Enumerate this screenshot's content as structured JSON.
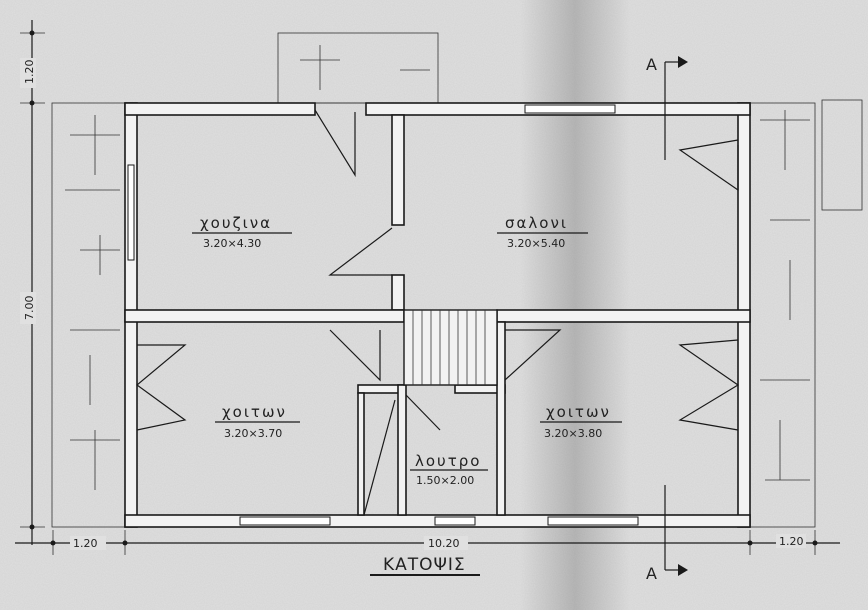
{
  "title": "ΚΑΤΟΨΙΣ",
  "section_marker": "A",
  "rooms": [
    {
      "name": "χουζινα",
      "size": "3.20×4.30"
    },
    {
      "name": "σαλονι",
      "size": "3.20×5.40"
    },
    {
      "name": "χοιτων",
      "size": "3.20×3.70"
    },
    {
      "name": "λουτρο",
      "size": "1.50×2.00"
    },
    {
      "name": "χοιτων",
      "size": "3.20×3.80"
    }
  ],
  "dimensions": {
    "top_overhang": "1.20",
    "depth": "7.00",
    "left_overhang": "1.20",
    "width": "10.20",
    "right_overhang": "1.20"
  },
  "colors": {
    "paper": "#d9d9d9",
    "ink": "#1a1a1a"
  }
}
